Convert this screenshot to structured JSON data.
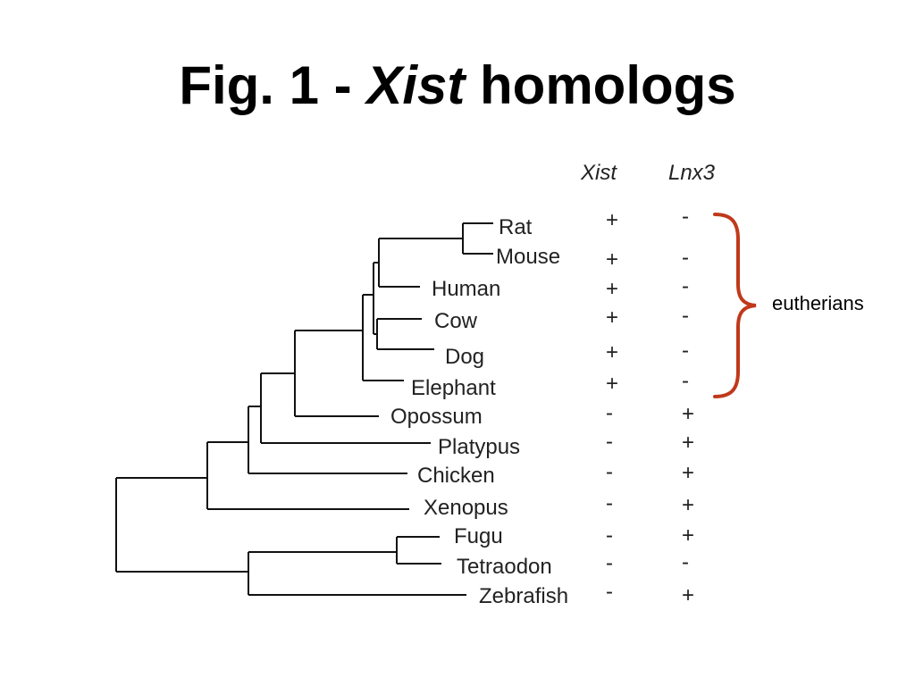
{
  "title": {
    "prefix": "Fig. 1 - ",
    "gene": "Xist",
    "suffix": " homologs"
  },
  "columns": {
    "xist": "Xist",
    "lnx3": "Lnx3"
  },
  "taxa": [
    {
      "name": "Rat",
      "xist": "+",
      "lnx3": "-"
    },
    {
      "name": "Mouse",
      "xist": "+",
      "lnx3": "-"
    },
    {
      "name": "Human",
      "xist": "+",
      "lnx3": "-"
    },
    {
      "name": "Cow",
      "xist": "+",
      "lnx3": "-"
    },
    {
      "name": "Dog",
      "xist": "+",
      "lnx3": "-"
    },
    {
      "name": "Elephant",
      "xist": "+",
      "lnx3": "-"
    },
    {
      "name": "Opossum",
      "xist": "-",
      "lnx3": "+"
    },
    {
      "name": "Platypus",
      "xist": "-",
      "lnx3": "+"
    },
    {
      "name": "Chicken",
      "xist": "-",
      "lnx3": "+"
    },
    {
      "name": "Xenopus",
      "xist": "-",
      "lnx3": "+"
    },
    {
      "name": "Fugu",
      "xist": "-",
      "lnx3": "+"
    },
    {
      "name": "Tetraodon",
      "xist": "-",
      "lnx3": "-"
    },
    {
      "name": "Zebrafish",
      "xist": "-",
      "lnx3": "+"
    }
  ],
  "group": {
    "label": "eutherians",
    "color": "#c0391b"
  }
}
